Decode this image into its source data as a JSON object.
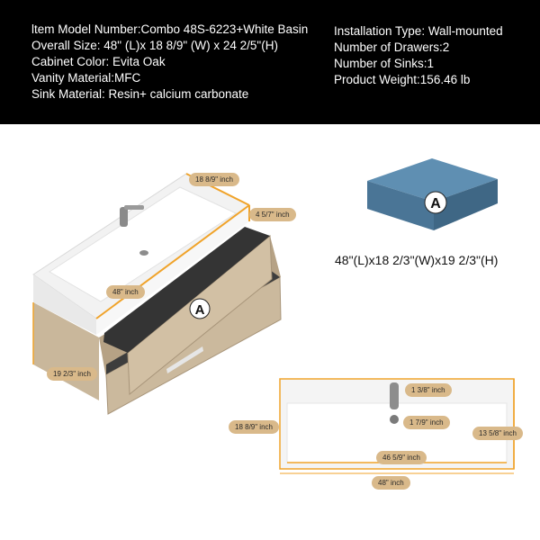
{
  "specs_left": [
    "ltem Model Number:Combo 48S-6223+White Basin",
    "Overall Size: 48\" (L)x 18 8/9\" (W) x 24 2/5\"(H)",
    "Cabinet Color: Evita Oak",
    "Vanity Material:MFC",
    "Sink Material: Resin+ calcium carbonate"
  ],
  "specs_right": [
    "Installation Type: Wall-mounted",
    "Number of Drawers:2",
    "Number of Sinks:1",
    "Product Weight:156.46 lb"
  ],
  "vanity": {
    "dim_width": "18 8/9\" inch",
    "dim_depth": "4 5/7\" inch",
    "dim_length": "48\" inch",
    "dim_height": "19 2/3\" inch",
    "badge": "A"
  },
  "part_a": {
    "badge": "A",
    "dimensions": "48\"(L)x18 2/3\"(W)x19 2/3\"(H)",
    "color": "#4f7fa3"
  },
  "basin_top": {
    "dim_faucet": "1 3/8\" inch",
    "dim_drain": "1 7/9\" inch",
    "dim_right": "13 5/8\" inch",
    "dim_left": "18 8/9\" inch",
    "dim_inner_length": "46 5/9\" inch",
    "dim_length": "48\" inch"
  },
  "colors": {
    "accent": "#f0a32a",
    "tag": "#d9b98a",
    "oak": "#c9b79b"
  }
}
